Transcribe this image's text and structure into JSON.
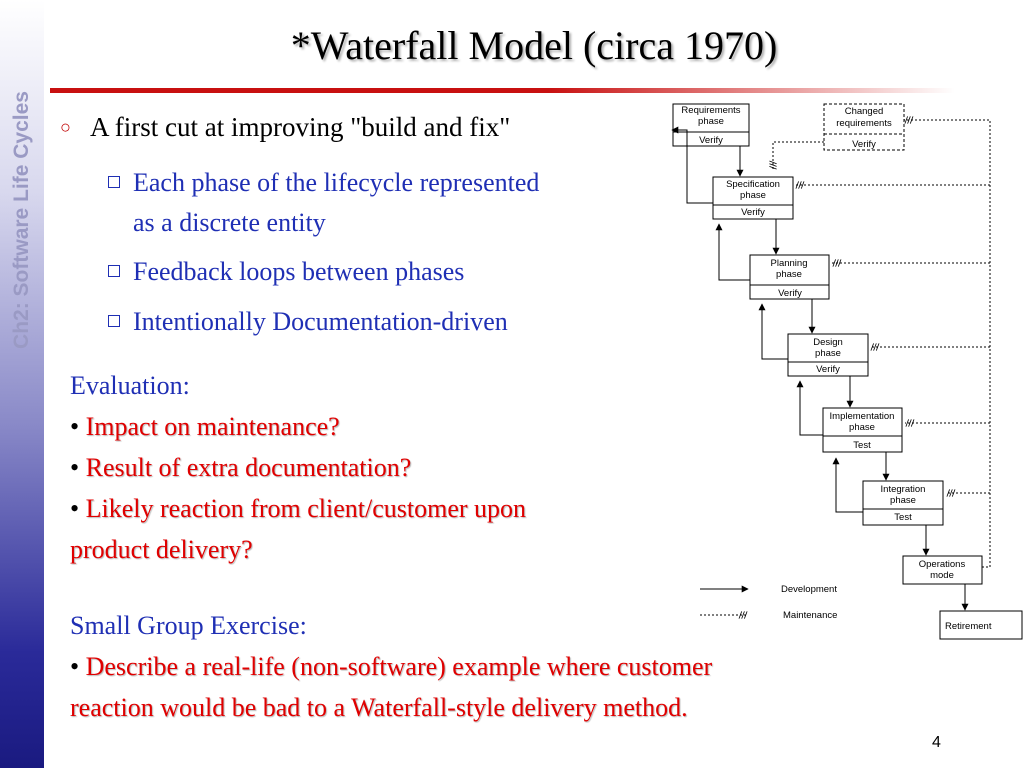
{
  "sidebar": {
    "text": "Ch2: Software Life Cycles"
  },
  "title": "*Waterfall Model (circa 1970)",
  "bullet": "A first cut at improving \"build and fix\"",
  "subbullets": [
    {
      "line1": "Each phase of the lifecycle represented",
      "line2": "as a discrete entity"
    },
    {
      "line1": "Feedback loops between phases",
      "line2": ""
    },
    {
      "line1": "Intentionally Documentation-driven",
      "line2": ""
    }
  ],
  "evaluation": {
    "heading": "Evaluation:",
    "items": [
      "Impact on maintenance?",
      "Result of extra documentation?",
      "Likely reaction from client/customer upon",
      "product delivery?"
    ]
  },
  "exercise": {
    "heading": "Small Group Exercise:",
    "lines": [
      "Describe a real-life (non-software) example where customer",
      "reaction would be bad to a Waterfall-style delivery method."
    ]
  },
  "page_number": "4",
  "diagram": {
    "phases": {
      "requirements": {
        "line1": "Requirements",
        "line2": "phase",
        "verify": "Verify"
      },
      "changed": {
        "line1": "Changed",
        "line2": "requirements",
        "verify": "Verify"
      },
      "specification": {
        "line1": "Specification",
        "line2": "phase",
        "verify": "Verify"
      },
      "planning": {
        "line1": "Planning",
        "line2": "phase",
        "verify": "Verify"
      },
      "design": {
        "line1": "Design",
        "line2": "phase",
        "verify": "Verify"
      },
      "implementation": {
        "line1": "Implementation",
        "line2": "phase",
        "verify": "Test"
      },
      "integration": {
        "line1": "Integration",
        "line2": "phase",
        "verify": "Test"
      },
      "operations": {
        "line1": "Operations",
        "line2": "mode"
      },
      "retirement": {
        "label": "Retirement"
      }
    },
    "legend": {
      "development": "Development",
      "maintenance": "Maintenance"
    }
  }
}
